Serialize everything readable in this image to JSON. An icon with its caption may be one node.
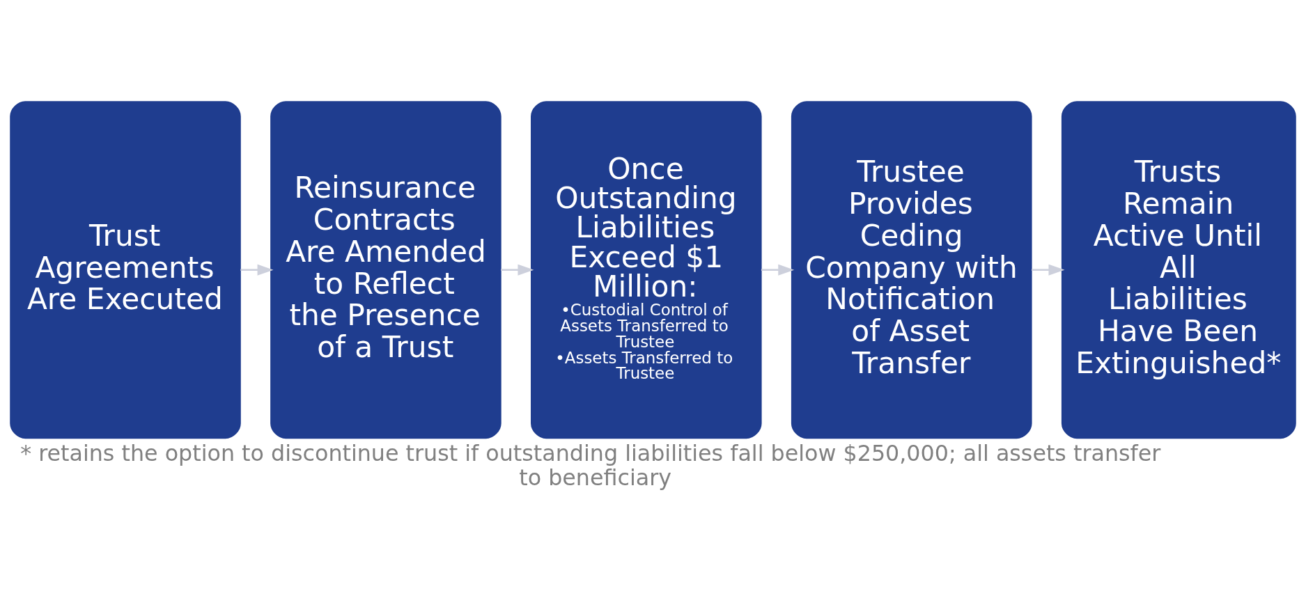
{
  "diagram": {
    "caption": "* retains the option to discontinue trust if outstanding liabilities fall below $250,000; all assets transfer to beneficiary",
    "nodes": [
      {
        "text": [
          "Trust Agreements Are Executed"
        ]
      },
      {
        "text": [
          "Reinsurance Contracts Are Amended to Reflect the Presence of a Trust"
        ]
      },
      {
        "text": [
          "Once Outstanding Liabilities Exceed $1 Million:",
          "•Custodial Control of Assets Transferred to Trustee",
          "•Assets Transferred to Trustee"
        ]
      },
      {
        "text": [
          "Trustee Provides Ceding Company with Notification of Asset Transfer"
        ]
      },
      {
        "text": [
          "Trusts Remain Active Until All Liabilities Have Been Extinguished*"
        ]
      }
    ],
    "edges": [
      {
        "from": 0,
        "to": 1,
        "arrow": "to"
      },
      {
        "from": 1,
        "to": 2,
        "arrow": "to"
      },
      {
        "from": 2,
        "to": 3,
        "arrow": "to"
      },
      {
        "from": 3,
        "to": 4,
        "arrow": "to"
      }
    ]
  }
}
